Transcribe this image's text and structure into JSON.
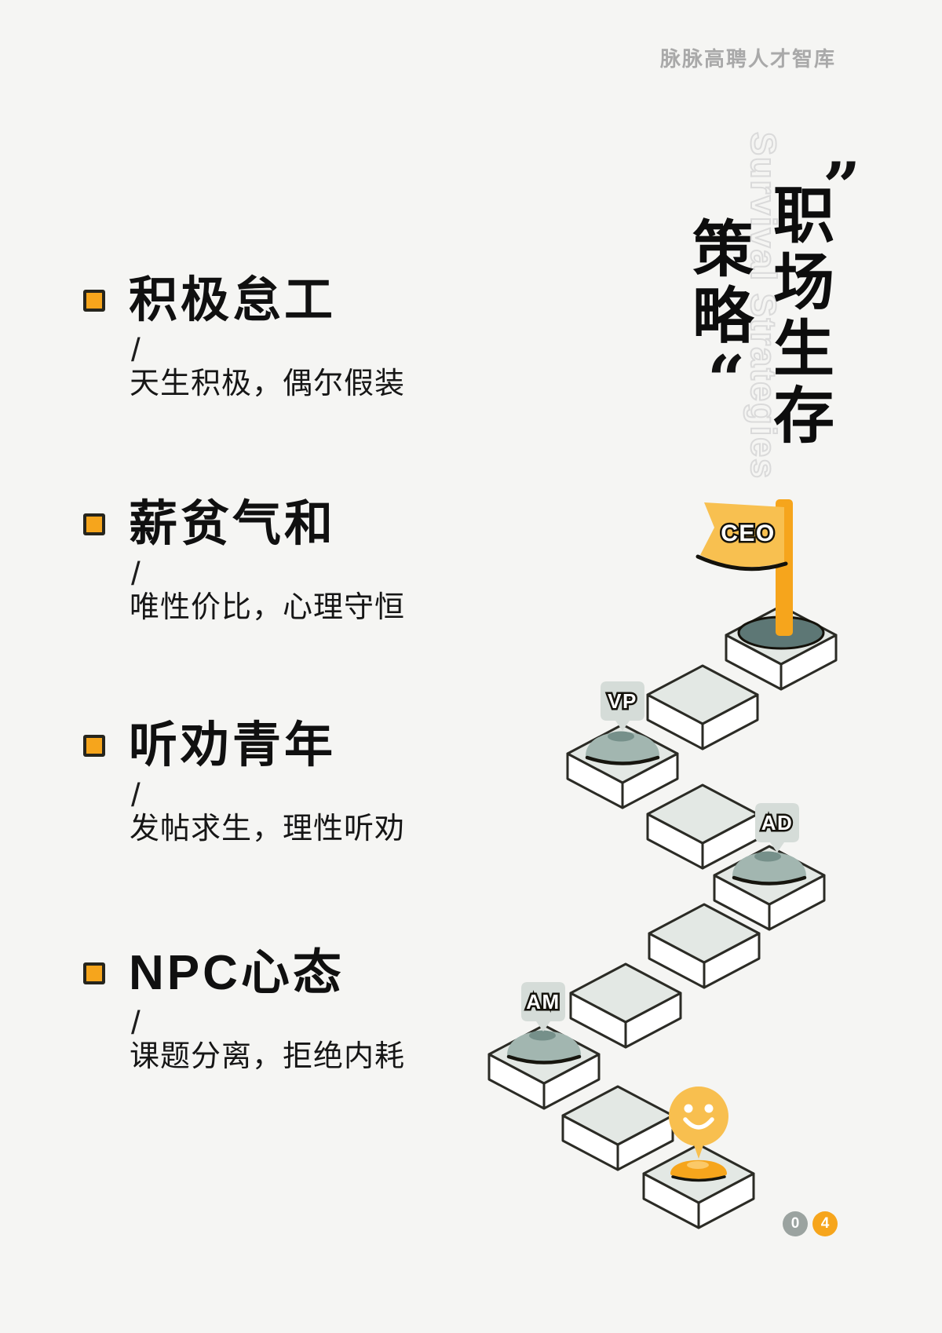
{
  "header": {
    "brand": "脉脉高聘人才智库"
  },
  "title": {
    "line1": "职场生存",
    "line2": "策略",
    "quote_close": "”",
    "quote_open": "“",
    "background_text": "Survival Strategies"
  },
  "strategies": [
    {
      "title": "积极怠工",
      "separator": "/",
      "desc": "天生积极，偶尔假装"
    },
    {
      "title": "薪贫气和",
      "separator": "/",
      "desc": "唯性价比，心理守恒"
    },
    {
      "title": "听劝青年",
      "separator": "/",
      "desc": "发帖求生，理性听劝"
    },
    {
      "title": "NPC心态",
      "separator": "/",
      "desc": "课题分离，拒绝内耗"
    }
  ],
  "ladder": {
    "levels": [
      {
        "label": "CEO",
        "marker": "flag-on-pole"
      },
      {
        "label": "VP",
        "marker": "badge-pin"
      },
      {
        "label": "AD",
        "marker": "badge-pin"
      },
      {
        "label": "AM",
        "marker": "badge-pin"
      }
    ],
    "bottom_marker": "smiley-face"
  },
  "icons": {
    "bullet_marker": "orange-square",
    "ceo_marker": "flag",
    "level_marker": "dome-button",
    "bottom_marker": "smiley-face"
  },
  "footer": {
    "page_digits": [
      "0",
      "4"
    ]
  },
  "colors": {
    "page_bg": "#f5f5f3",
    "accent_orange": "#f6a51c",
    "flag_yellow": "#f8c050",
    "smiley_yellow": "#f8bf4f",
    "step_top": "#e3e8e4",
    "dome_gray_green": "#a2b6b0",
    "dome_dark": "#5d7775",
    "badge_bg": "#d5dcd8",
    "outline_text": "#dadada",
    "header_gray": "#a9a9a9"
  }
}
